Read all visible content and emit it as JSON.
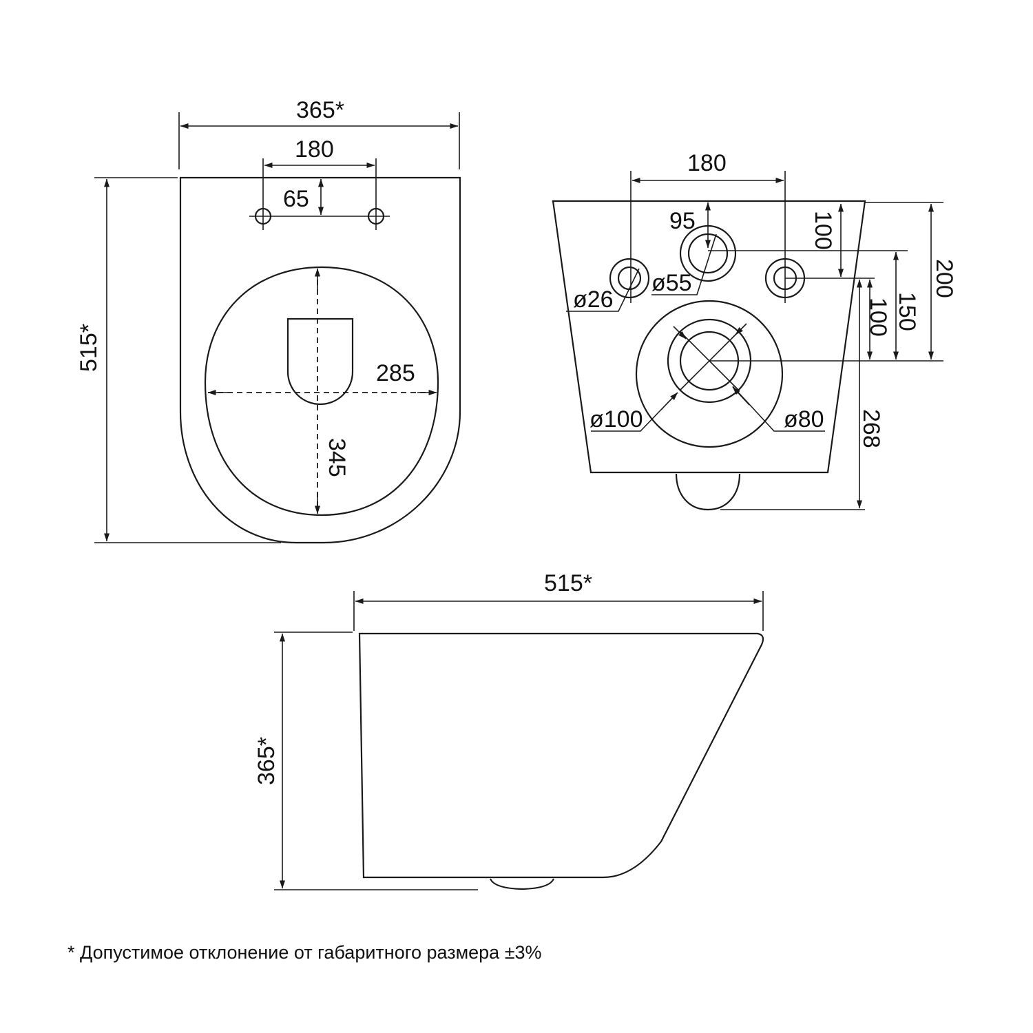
{
  "top_view": {
    "overall_width": "365*",
    "holes_spacing": "180",
    "holes_offset": "65",
    "overall_length": "515*",
    "bowl_width": "285",
    "bowl_length": "345"
  },
  "rear_view": {
    "holes_spacing": "180",
    "inlet_offset": "95",
    "hole_diameter": "ø26",
    "inlet_diameter": "ø55",
    "outlet_outer_diameter": "ø100",
    "outlet_inner_diameter": "ø80",
    "dim_100_top": "100",
    "dim_100_side": "100",
    "dim_150": "150",
    "dim_200": "200",
    "dim_268": "268"
  },
  "side_view": {
    "length": "515*",
    "height": "365*"
  },
  "footnote": "*  Допустимое отклонение от габаритного размера ±3%"
}
